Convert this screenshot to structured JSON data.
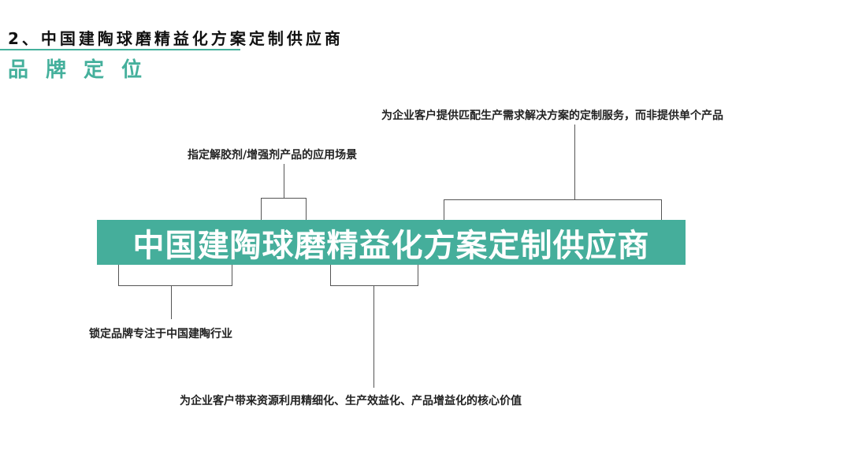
{
  "header": {
    "title": "2、中国建陶球磨精益化方案定制供应商",
    "subtitle": "品牌定位"
  },
  "diagram": {
    "center": "中国建陶球磨精益化方案定制供应商",
    "labels": {
      "top_right": "为企业客户提供匹配生产需求解决方案的定制服务，而非提供单个产品",
      "top_left": "指定解胶剂/增强剂产品的应用场景",
      "bottom_left": "锁定品牌专注于中国建陶行业",
      "bottom_middle": "为企业客户带来资源利用精细化、生产效益化、产品增益化的核心价值"
    },
    "accent_color": "#45ae9b"
  }
}
